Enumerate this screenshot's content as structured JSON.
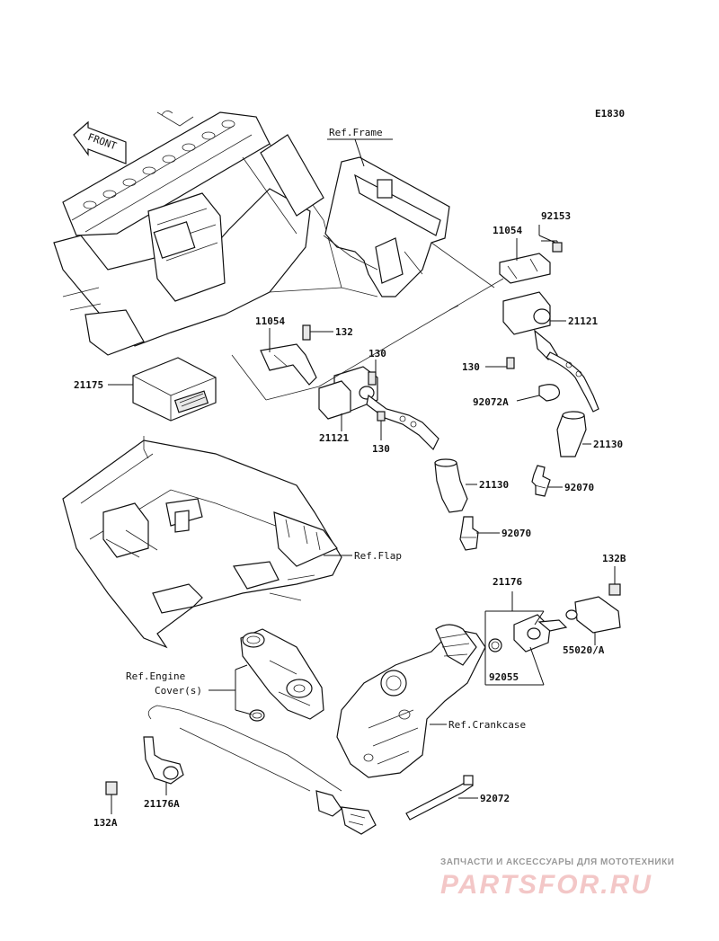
{
  "diagram_code": "E1830",
  "front_arrow": "FRONT",
  "refs": {
    "frame": "Ref.Frame",
    "flap": "Ref.Flap",
    "engine_cover_line1": "Ref.Engine",
    "engine_cover_line2": "Cover(s)",
    "crankcase": "Ref.Crankcase"
  },
  "parts": {
    "p92153": "92153",
    "p11054_right": "11054",
    "p21121_right": "21121",
    "p11054_left": "11054",
    "p132": "132",
    "p130_top": "130",
    "p130_right": "130",
    "p21175": "21175",
    "p21121_left": "21121",
    "p130_bottom": "130",
    "p92072A": "92072A",
    "p21130_right": "21130",
    "p21130_left": "21130",
    "p92070_right": "92070",
    "p92070_left": "92070",
    "p132B": "132B",
    "p21176": "21176",
    "p55020A": "55020/A",
    "p92055": "92055",
    "p21176A": "21176A",
    "p132A": "132A",
    "p92072": "92072"
  },
  "watermark": {
    "tagline": "ЗАПЧАСТИ И АКСЕССУАРЫ ДЛЯ МОТОТЕХНИКИ",
    "brand": "PARTSFOR.RU"
  }
}
